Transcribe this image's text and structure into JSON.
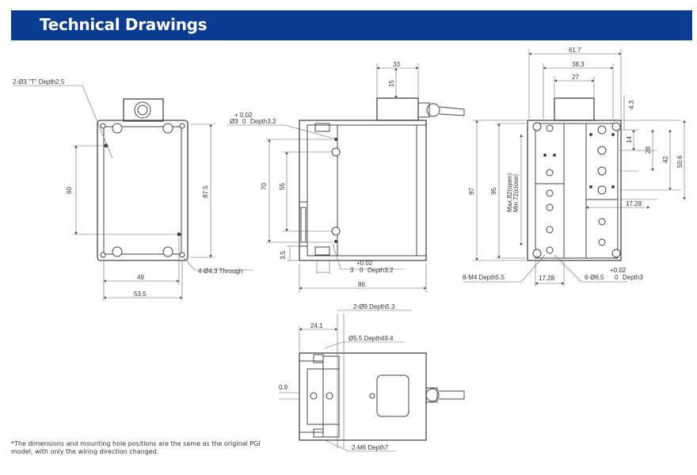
{
  "header": {
    "title": "Technical Drawings",
    "color": "#0a3d91"
  },
  "views": {
    "front": {
      "callout_holes": "2-Ø3 \"T\" Depth2.5",
      "dim_60": "60",
      "dim_87_5": "87.5",
      "dim_49": "49",
      "dim_53_5": "53.5",
      "callout_through": "4-Ø4.3 Through"
    },
    "side": {
      "tol_top": "+ 0.02",
      "callout_top_a": "Ø3",
      "callout_top_b": "0",
      "callout_top_c": "Depth3.2",
      "dim_33": "33",
      "dim_15": "15",
      "dim_70": "70",
      "dim_55": "55",
      "dim_3_5": "3.5",
      "tol_bottom": "+0.02",
      "callout_bottom_a": "3",
      "callout_bottom_b": "0",
      "callout_bottom_c": "Depth3.2",
      "dim_86": "86"
    },
    "right": {
      "dim_61_7": "61.7",
      "dim_38_3": "38.3",
      "dim_27": "27",
      "dim_4_3": "4.3",
      "dim_97": "97",
      "dim_95": "95",
      "stroke_open": "Max.82(open)",
      "stroke_close": "Min.72(close)",
      "dim_14": "14",
      "dim_28": "28",
      "dim_42": "42",
      "dim_50_6": "50.6",
      "dim_17_28a": "17.28",
      "dim_17_28b": "17.28",
      "callout_m4": "8-M4 Depth5.5",
      "tol_bottom": "+0.02",
      "callout_d6_a": "6-Ø6.5",
      "callout_d6_b": "0",
      "callout_d6_c": "Depth3"
    },
    "bottom": {
      "callout_top": "2-Ø9 Depth5.3",
      "dim_24_1": "24.1",
      "callout_bore": "Ø5.5 Depth49.4",
      "dim_0_9": "0.9",
      "callout_m6": "2-M6 Depth7"
    }
  },
  "footnote": {
    "line1": "*The dimensions and mounting hole positions are the same as the original PGI",
    "line2": "model, with only the wiring direction changed."
  }
}
